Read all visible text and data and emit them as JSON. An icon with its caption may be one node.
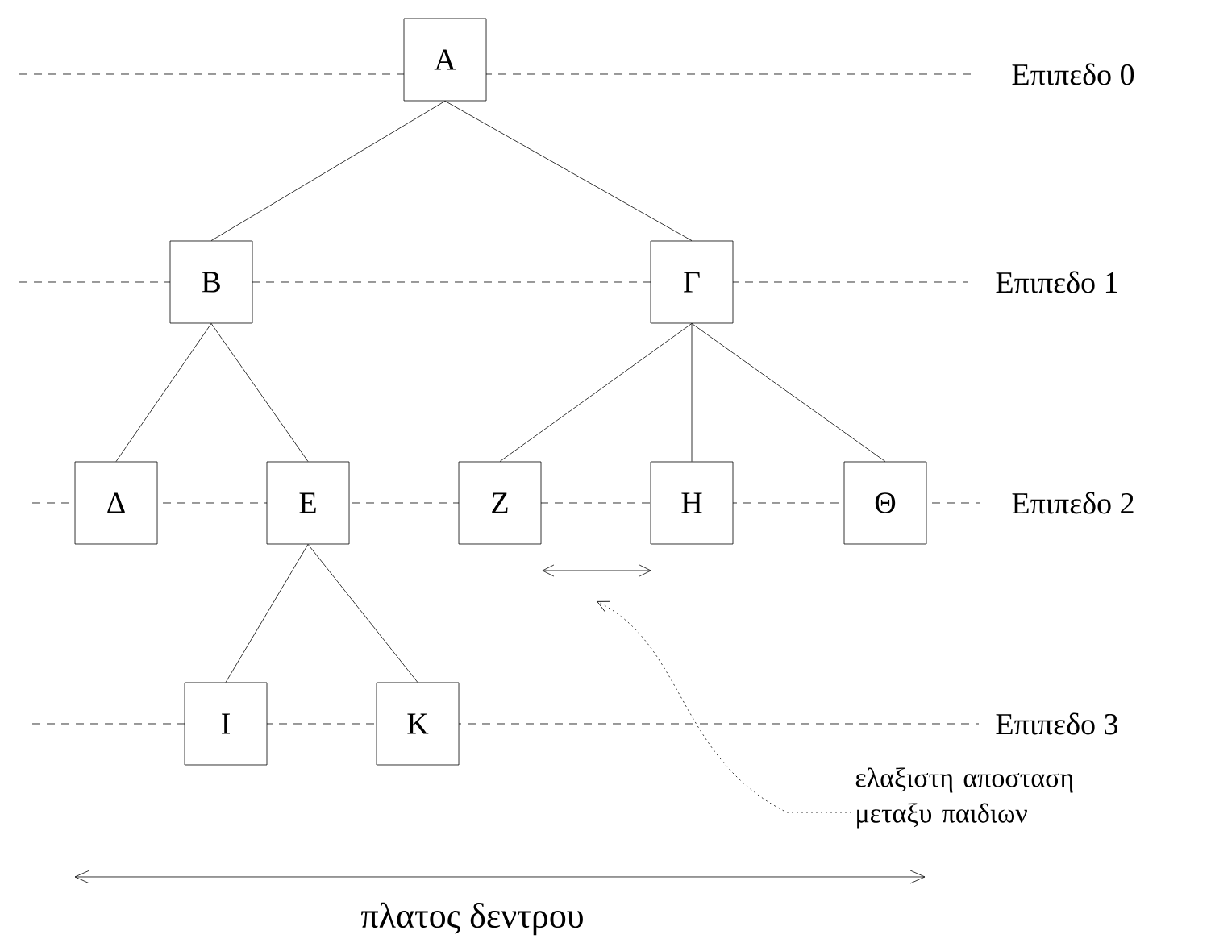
{
  "diagram": {
    "nodes": [
      {
        "text": [
          "Α"
        ]
      },
      {
        "text": [
          "Β"
        ]
      },
      {
        "text": [
          "Γ"
        ]
      },
      {
        "text": [
          "Δ"
        ]
      },
      {
        "text": [
          "Ε"
        ]
      },
      {
        "text": [
          "Ζ"
        ]
      },
      {
        "text": [
          "Η"
        ]
      },
      {
        "text": [
          "Θ"
        ]
      },
      {
        "text": [
          "Ι"
        ]
      },
      {
        "text": [
          "Κ"
        ]
      },
      {
        "text": [
          "ελαξιστη αποσταση μεταξυ παιδιων"
        ]
      }
    ],
    "edges": [
      {
        "from": 0,
        "to": 1,
        "arrow": "none"
      },
      {
        "from": 0,
        "to": 2,
        "arrow": "none"
      },
      {
        "from": 1,
        "to": 3,
        "arrow": "none"
      },
      {
        "from": 1,
        "to": 4,
        "arrow": "none"
      },
      {
        "from": 2,
        "to": 5,
        "arrow": "none"
      },
      {
        "from": 2,
        "to": 6,
        "arrow": "none"
      },
      {
        "from": 2,
        "to": 7,
        "arrow": "none"
      },
      {
        "from": 4,
        "to": 8,
        "arrow": "none"
      },
      {
        "from": 4,
        "to": 9,
        "arrow": "none"
      },
      {
        "from": 10,
        "to": null,
        "arrow": "to",
        "style": "dashed"
      }
    ],
    "labels": [
      "Επιπεδο 0",
      "Επιπεδο 1",
      "Επιπεδο 2",
      "Επιπεδο 3",
      "πλατος δεντρου"
    ]
  }
}
